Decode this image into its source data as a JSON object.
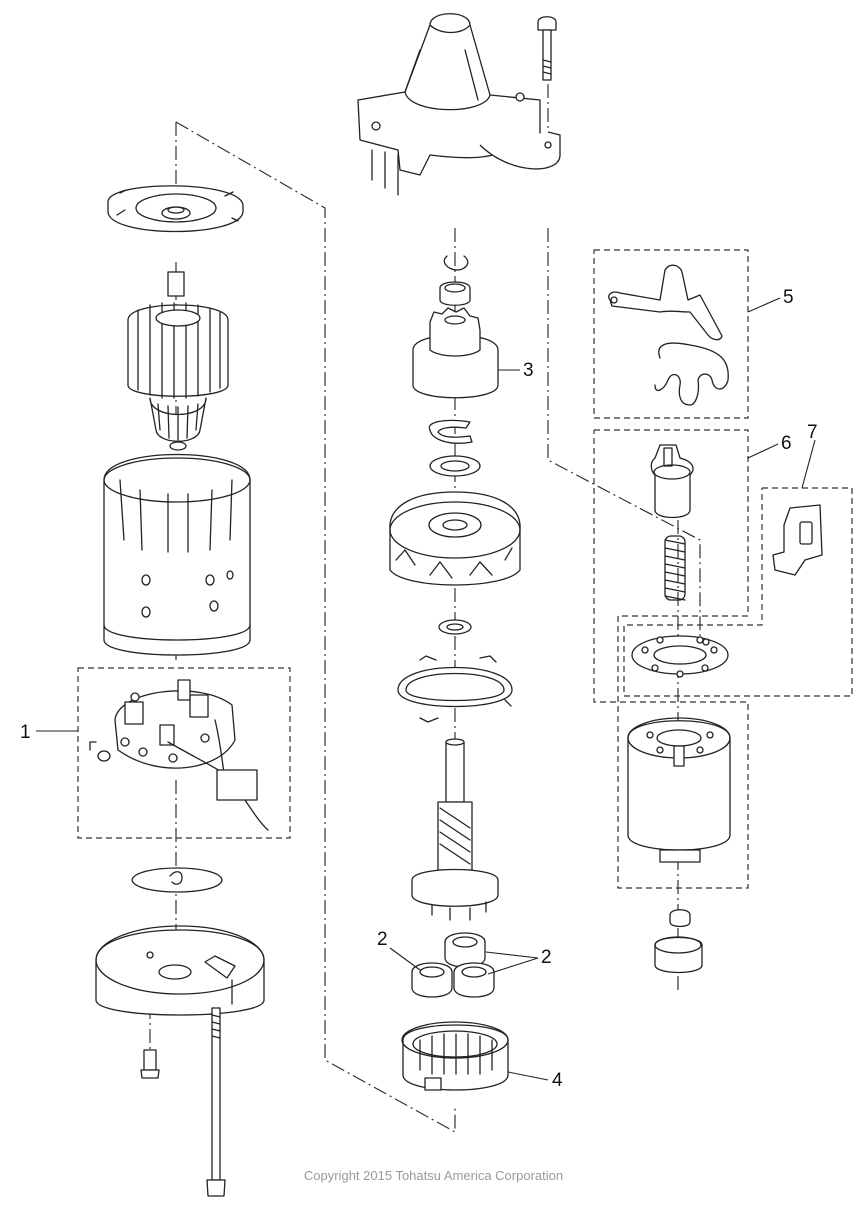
{
  "diagram": {
    "title": "Starter motor exploded view",
    "callouts": [
      {
        "id": "1",
        "label": "1",
        "part": "brush-holder-assembly"
      },
      {
        "id": "2a",
        "label": "2",
        "part": "planetary-gear"
      },
      {
        "id": "2b",
        "label": "2",
        "part": "planetary-gears"
      },
      {
        "id": "3",
        "label": "3",
        "part": "pinion-clutch"
      },
      {
        "id": "4",
        "label": "4",
        "part": "internal-gear"
      },
      {
        "id": "5",
        "label": "5",
        "part": "lever-and-spring-kit"
      },
      {
        "id": "6",
        "label": "6",
        "part": "solenoid-plunger-kit"
      },
      {
        "id": "7",
        "label": "7",
        "part": "solenoid-cover-kit"
      }
    ]
  },
  "footer": {
    "copyright": "Copyright 2015 Tohatsu America Corporation"
  }
}
